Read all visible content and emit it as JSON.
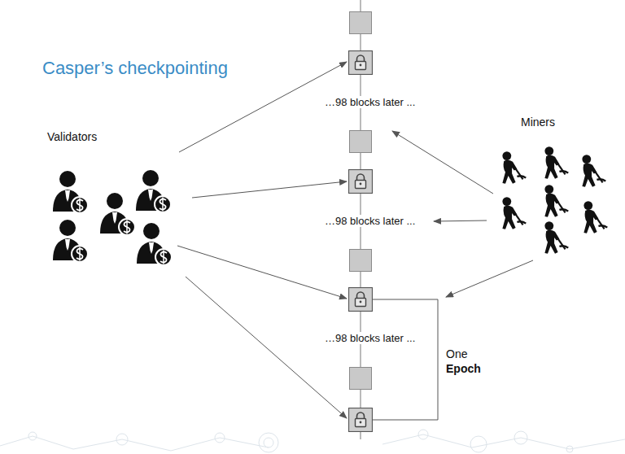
{
  "diagram": {
    "title": "Casper’s checkpointing",
    "nodes": [
      {
        "text": [
          "Validators"
        ]
      },
      {
        "text": [
          "Miners"
        ]
      }
    ],
    "labels": [
      "…98 blocks later ...",
      "…98 blocks later ...",
      "…98 blocks later ...",
      "One",
      "Epoch"
    ]
  }
}
